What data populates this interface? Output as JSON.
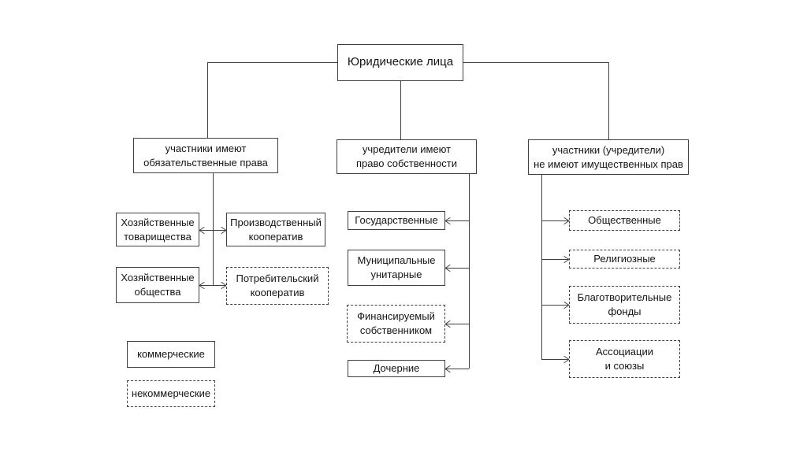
{
  "colors": {
    "line": "#3f3f3f",
    "text": "#141414",
    "background": "#ffffff"
  },
  "diagram": {
    "title": "Юридические лица",
    "branches": [
      {
        "label": "участники имеют\nобязательственные права",
        "children": [
          {
            "label": "Хозяйственные\nтоварищества",
            "style": "solid"
          },
          {
            "label": "Производственный\nкооператив",
            "style": "solid"
          },
          {
            "label": "Хозяйственные\nобщества",
            "style": "solid"
          },
          {
            "label": "Потребительский\nкооператив",
            "style": "dashed"
          }
        ]
      },
      {
        "label": "учредители имеют\nправо собственности",
        "children": [
          {
            "label": "Государственные",
            "style": "solid"
          },
          {
            "label": "Муниципальные\nунитарные",
            "style": "solid"
          },
          {
            "label": "Финансируемый\nсобственником",
            "style": "dashed"
          },
          {
            "label": "Дочерние",
            "style": "solid"
          }
        ]
      },
      {
        "label": "участники (учредители)\nне имеют имущественных прав",
        "children": [
          {
            "label": "Общественные",
            "style": "dashed"
          },
          {
            "label": "Религиозные",
            "style": "dashed"
          },
          {
            "label": "Благотворительные\nфонды",
            "style": "dashed"
          },
          {
            "label": "Ассоциации\nи союзы",
            "style": "dashed"
          }
        ]
      }
    ],
    "legend": [
      {
        "label": "коммерческие",
        "style": "solid",
        "meaning": "сплошная рамка"
      },
      {
        "label": "некоммерческие",
        "style": "dashed",
        "meaning": "пунктирная рамка"
      }
    ]
  }
}
